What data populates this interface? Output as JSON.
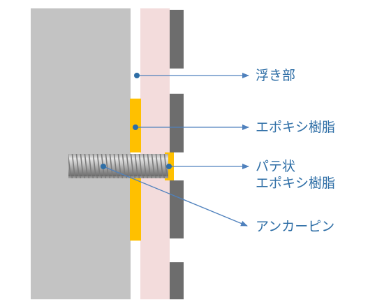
{
  "labels": {
    "floating": "浮き部",
    "epoxy": "エポキシ樹脂",
    "putty_line1": "パテ状",
    "putty_line2": "エポキシ樹脂",
    "anchor_pin": "アンカーピン"
  },
  "colors": {
    "concrete": "#c3c3c3",
    "mortar": "#f3dcdc",
    "tile": "#6d6d6d",
    "epoxy": "#ffc000",
    "leader": "#4f81bd",
    "label_text": "#2e6ea6"
  }
}
